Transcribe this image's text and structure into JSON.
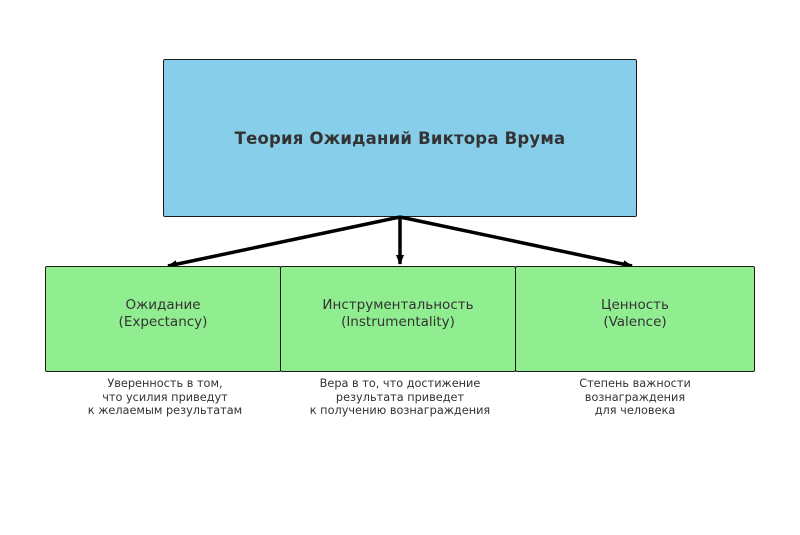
{
  "colors": {
    "top_fill": "#87ceeb",
    "factor_fill": "#90ee90",
    "arrow": "#000000",
    "border": "#1a1a1a",
    "text": "#333333"
  },
  "title": "Теория Ожиданий Виктора Врума",
  "factors": [
    {
      "name": "Ожидание",
      "english": "(Expectancy)",
      "description": [
        "Уверенность в том,",
        "что усилия приведут",
        "к желаемым результатам"
      ]
    },
    {
      "name": "Инструментальность",
      "english": "(Instrumentality)",
      "description": [
        "Вера в то, что достижение",
        "результата приведет",
        "к получению вознаграждения"
      ]
    },
    {
      "name": "Ценность",
      "english": "(Valence)",
      "description": [
        "Степень важности",
        "вознаграждения",
        "для человека"
      ]
    }
  ]
}
